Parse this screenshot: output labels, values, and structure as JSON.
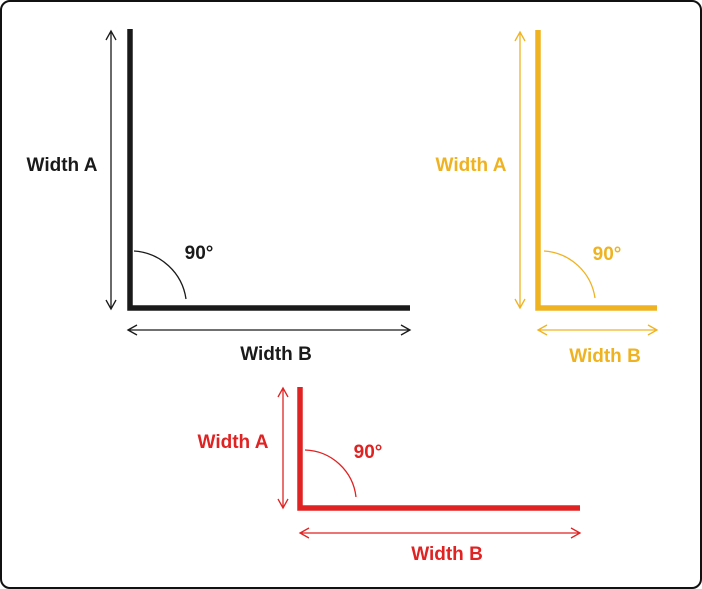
{
  "canvas": {
    "background": "#ffffff",
    "border_color": "#111111"
  },
  "figures": [
    {
      "id": "black-angle",
      "color": "#1a1a1a",
      "width_a_label": "Width A",
      "width_b_label": "Width B",
      "angle_label": "90°"
    },
    {
      "id": "gold-angle",
      "color": "#EFB322",
      "width_a_label": "Width A",
      "width_b_label": "Width B",
      "angle_label": "90°"
    },
    {
      "id": "red-angle",
      "color": "#E02222",
      "width_a_label": "Width A",
      "width_b_label": "Width B",
      "angle_label": "90°"
    }
  ]
}
